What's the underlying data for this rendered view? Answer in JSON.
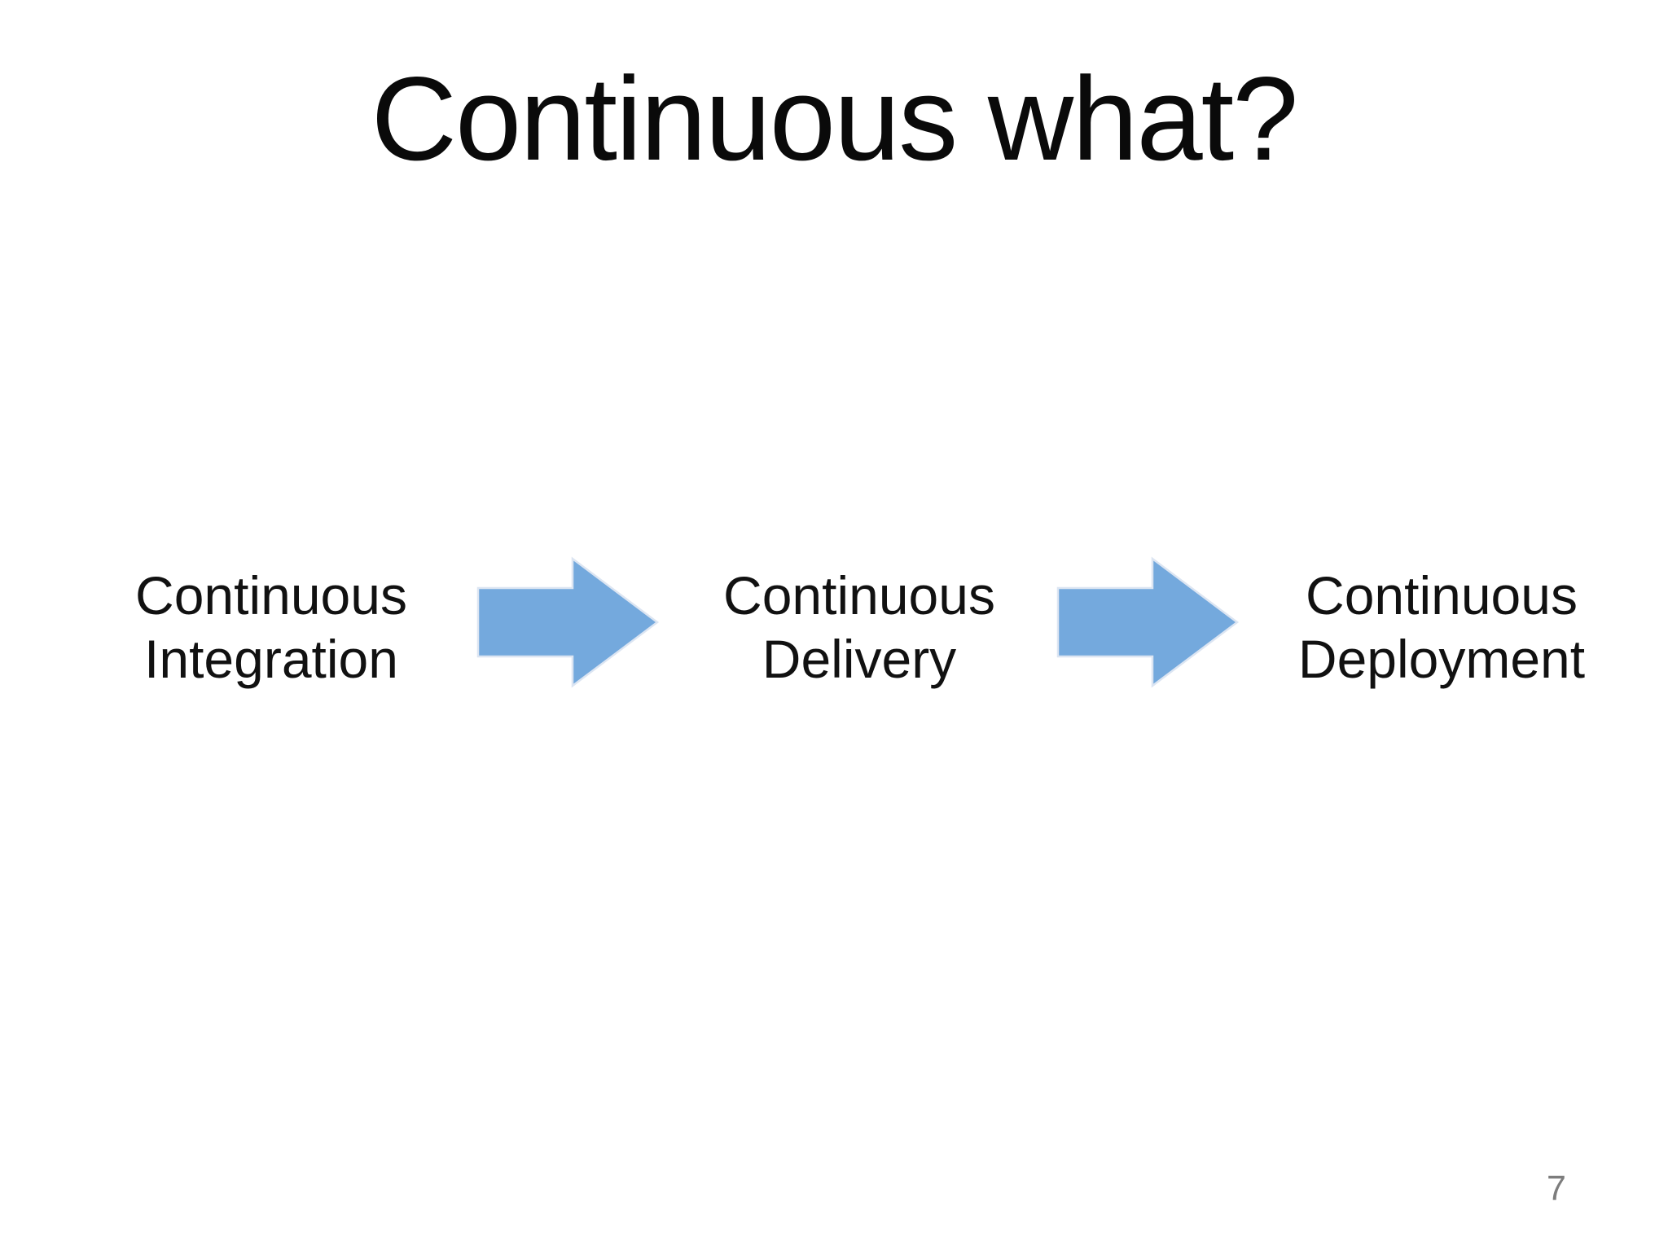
{
  "slide": {
    "title": "Continuous what?",
    "page_number": "7",
    "flow": {
      "steps": [
        {
          "lines": [
            "Continuous",
            "Integration"
          ]
        },
        {
          "lines": [
            "Continuous",
            "Delivery"
          ]
        },
        {
          "lines": [
            "Continuous",
            "Deployment"
          ]
        }
      ],
      "arrow_icon": "right-block-arrow",
      "arrow_fill": "#74A9DD",
      "arrow_border": "#DCE5F2"
    },
    "colors": {
      "background": "#FFFFFF",
      "title_text": "#0A0A0A",
      "step_text": "#111111",
      "page_number_text": "#7D7D7D"
    }
  }
}
